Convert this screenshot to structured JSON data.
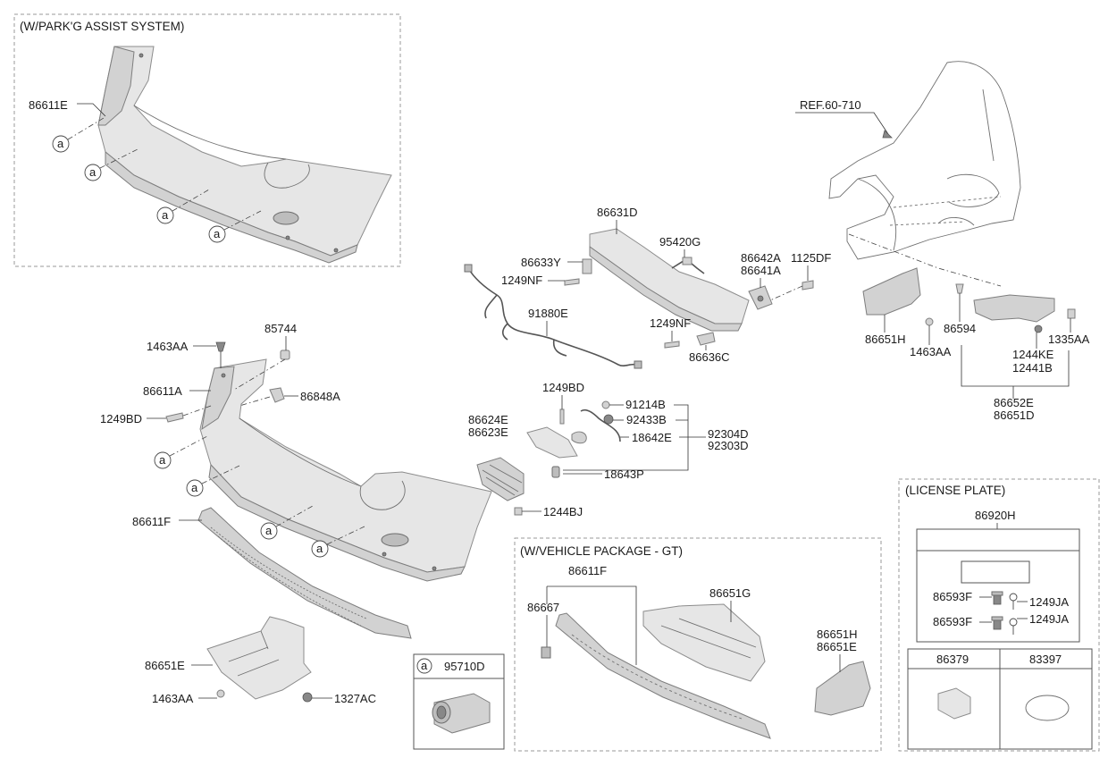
{
  "sections": {
    "park_assist": "(W/PARK'G ASSIST SYSTEM)",
    "vehicle_package": "(W/VEHICLE PACKAGE - GT)",
    "license_plate": "(LICENSE PLATE)"
  },
  "ref_label": "REF.60-710",
  "callout_symbol": "a",
  "legend_part": "95710D",
  "labels": {
    "p86611E": "86611E",
    "p1463AA_top": "1463AA",
    "p85744": "85744",
    "p86611A": "86611A",
    "p86848A": "86848A",
    "p1249BD_left": "1249BD",
    "p86611F_main": "86611F",
    "p86651E_main": "86651E",
    "p1463AA_bottom": "1463AA",
    "p1327AC": "1327AC",
    "p86631D": "86631D",
    "p86633Y": "86633Y",
    "p95420G": "95420G",
    "p1249NF_top": "1249NF",
    "p91880E": "91880E",
    "p1249NF_bottom": "1249NF",
    "p86636C": "86636C",
    "p86642A": "86642A",
    "p86641A": "86641A",
    "p1125DF": "1125DF",
    "p1249BD_mid": "1249BD",
    "p91214B": "91214B",
    "p92433B": "92433B",
    "p18642E": "18642E",
    "p92304D": "92304D",
    "p92303D": "92303D",
    "p86624E": "86624E",
    "p86623E": "86623E",
    "p18643P": "18643P",
    "p1244BJ": "1244BJ",
    "p86651H_right": "86651H",
    "p1463AA_right": "1463AA",
    "p86594": "86594",
    "p1244KE": "1244KE",
    "p12441B": "12441B",
    "p1335AA": "1335AA",
    "p86652E": "86652E",
    "p86651D": "86651D",
    "p86611F_gt": "86611F",
    "p86667": "86667",
    "p86651G": "86651G",
    "p86651H_gt": "86651H",
    "p86651E_gt": "86651E",
    "p86920H": "86920H",
    "p86593F_1": "86593F",
    "p1249JA_1": "1249JA",
    "p86593F_2": "86593F",
    "p1249JA_2": "1249JA",
    "p86379": "86379",
    "p83397": "83397"
  }
}
